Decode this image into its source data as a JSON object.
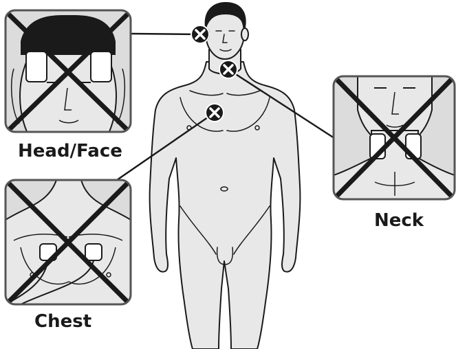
{
  "labels": {
    "head_face": "Head/Face",
    "neck": "Neck",
    "chest": "Chest"
  },
  "colors": {
    "skin": "#e8e8e8",
    "outline": "#1a1a1a",
    "panel_bg": "#dcdcdc",
    "marker": "#1a1a1a",
    "marker_x": "#ffffff"
  },
  "icons": {
    "marker": "x-circle-icon",
    "cross": "prohibited-cross-icon"
  }
}
